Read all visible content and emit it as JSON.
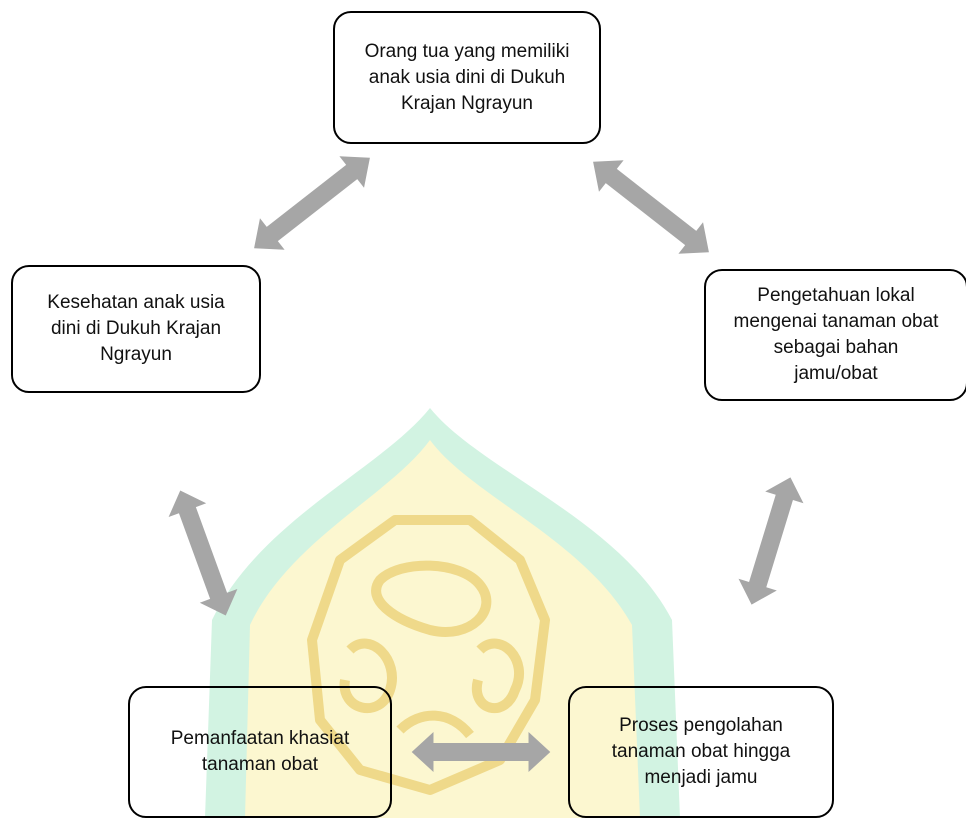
{
  "diagram": {
    "nodes": [
      {
        "id": "n1",
        "text": "Orang tua yang memiliki\nanak usia dini di Dukuh\nKrajan Ngrayun"
      },
      {
        "id": "n2",
        "text": "Kesehatan anak usia\ndini di Dukuh Krajan\nNgrayun"
      },
      {
        "id": "n3",
        "text": "Pengetahuan lokal\nmengenai tanaman obat\nsebagai bahan\njamu/obat"
      },
      {
        "id": "n4",
        "text": "Pemanfaatan khasiat\ntanaman obat"
      },
      {
        "id": "n5",
        "text": "Proses pengolahan\ntanaman obat hingga\nmenjadi jamu"
      }
    ],
    "edges": [
      {
        "from": "n1",
        "to": "n2",
        "type": "bidirectional"
      },
      {
        "from": "n1",
        "to": "n3",
        "type": "bidirectional"
      },
      {
        "from": "n2",
        "to": "n4",
        "type": "bidirectional"
      },
      {
        "from": "n3",
        "to": "n5",
        "type": "bidirectional"
      },
      {
        "from": "n4",
        "to": "n5",
        "type": "bidirectional"
      }
    ],
    "arrow_color": "#a6a6a6",
    "watermark_colors": {
      "outer": "#c8f0dc",
      "inner": "#fbf6c8",
      "ornament": "#f0de8a"
    }
  }
}
